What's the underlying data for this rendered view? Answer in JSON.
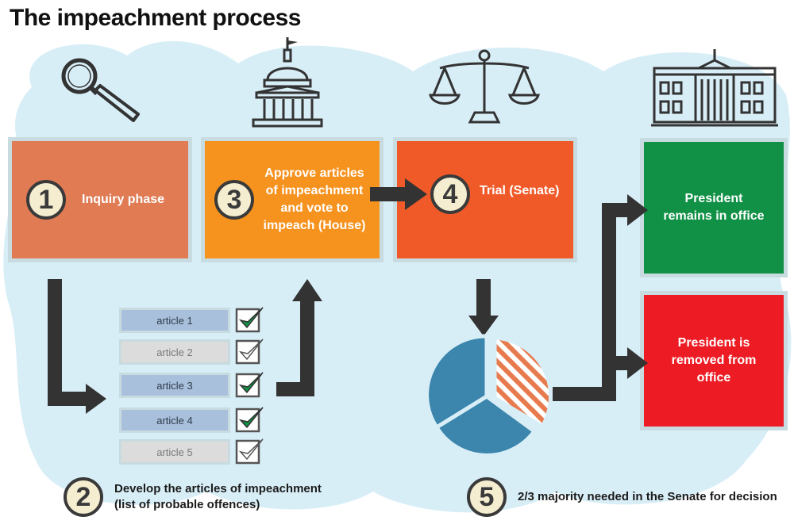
{
  "title": "The impeachment process",
  "steps": {
    "s1": {
      "number": "1",
      "label": "Inquiry phase"
    },
    "s2": {
      "number": "2",
      "label_line1": "Develop the articles of impeachment",
      "label_line2": "(list of probable offences)"
    },
    "s3": {
      "number": "3",
      "label": "Approve articles of impeachment and vote to impeach (House)"
    },
    "s4": {
      "number": "4",
      "label": "Trial (Senate)"
    },
    "s5": {
      "number": "5",
      "label": "2/3 majority needed in the Senate for decision"
    }
  },
  "outcomes": {
    "remains": "President remains in office",
    "removed": "President is removed from office"
  },
  "articles": [
    {
      "label": "article 1",
      "approved": true
    },
    {
      "label": "article 2",
      "approved": false
    },
    {
      "label": "article 3",
      "approved": true
    },
    {
      "label": "article 4",
      "approved": true
    },
    {
      "label": "article 5",
      "approved": false
    }
  ],
  "colors": {
    "step1": "#e07b54",
    "step3": "#f6921e",
    "step4": "#f05a28",
    "remains": "#109146",
    "removed": "#ed1c24",
    "arrow": "#333333",
    "cloud": "#d8eef7",
    "pie_blue": "#3c86ad",
    "pie_orange": "#e87b4e"
  },
  "icons": {
    "inquiry": "magnifying-glass-icon",
    "house": "capitol-building-icon",
    "trial": "scales-of-justice-icon",
    "outcome": "white-house-icon"
  },
  "pie": {
    "segments": [
      {
        "fraction": 0.667,
        "hatched": false
      },
      {
        "fraction": 0.333,
        "hatched": true
      }
    ]
  }
}
